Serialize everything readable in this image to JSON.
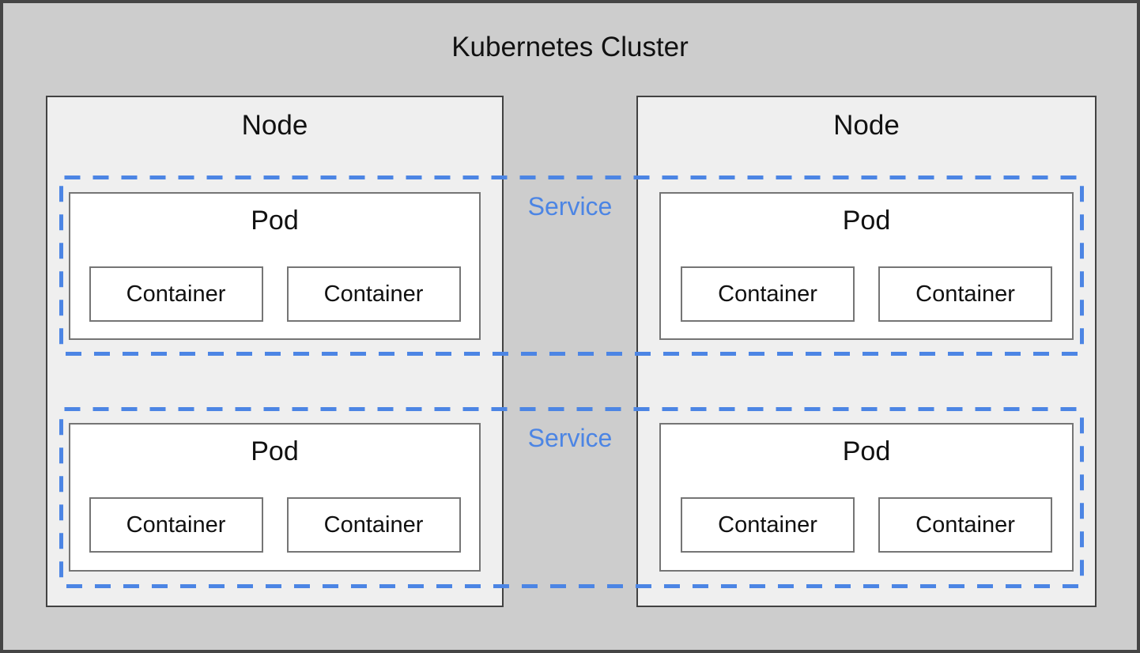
{
  "title": "Kubernetes Cluster",
  "nodes": [
    {
      "label": "Node",
      "pods": [
        {
          "label": "Pod",
          "containers": [
            {
              "label": "Container"
            },
            {
              "label": "Container"
            }
          ]
        },
        {
          "label": "Pod",
          "containers": [
            {
              "label": "Container"
            },
            {
              "label": "Container"
            }
          ]
        }
      ]
    },
    {
      "label": "Node",
      "pods": [
        {
          "label": "Pod",
          "containers": [
            {
              "label": "Container"
            },
            {
              "label": "Container"
            }
          ]
        },
        {
          "label": "Pod",
          "containers": [
            {
              "label": "Container"
            },
            {
              "label": "Container"
            }
          ]
        }
      ]
    }
  ],
  "services": [
    {
      "label": "Service"
    },
    {
      "label": "Service"
    }
  ],
  "theme": {
    "cluster_bg": "#cdcdcd",
    "cluster_border": "#454545",
    "node_bg": "#efefef",
    "node_border": "#424242",
    "box_bg": "#ffffff",
    "box_border": "#757575",
    "text_color": "#111111",
    "service_blue": "#4c85e4"
  }
}
